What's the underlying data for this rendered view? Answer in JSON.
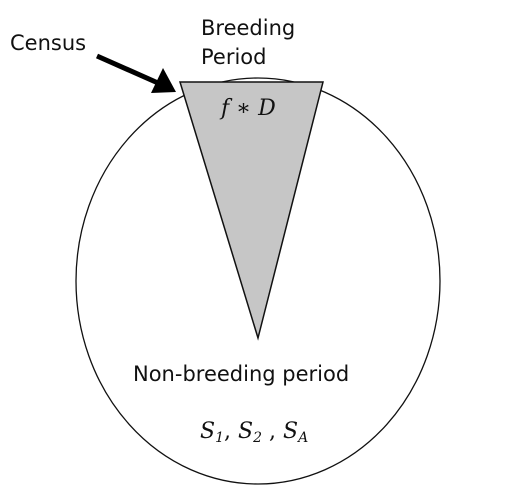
{
  "diagram": {
    "census_label": "Census",
    "breeding_line1": "Breeding",
    "breeding_line2": "Period",
    "breeding_formula": "f ∗ D",
    "nonbreeding_label": "Non-breeding period",
    "survival_terms": [
      {
        "base": "S",
        "sub": "1"
      },
      {
        "base": "S",
        "sub": "2"
      },
      {
        "base": "S",
        "sub": "A"
      }
    ],
    "colors": {
      "wedge_fill": "#c6c6c6",
      "stroke": "#111111",
      "background": "#ffffff"
    }
  }
}
